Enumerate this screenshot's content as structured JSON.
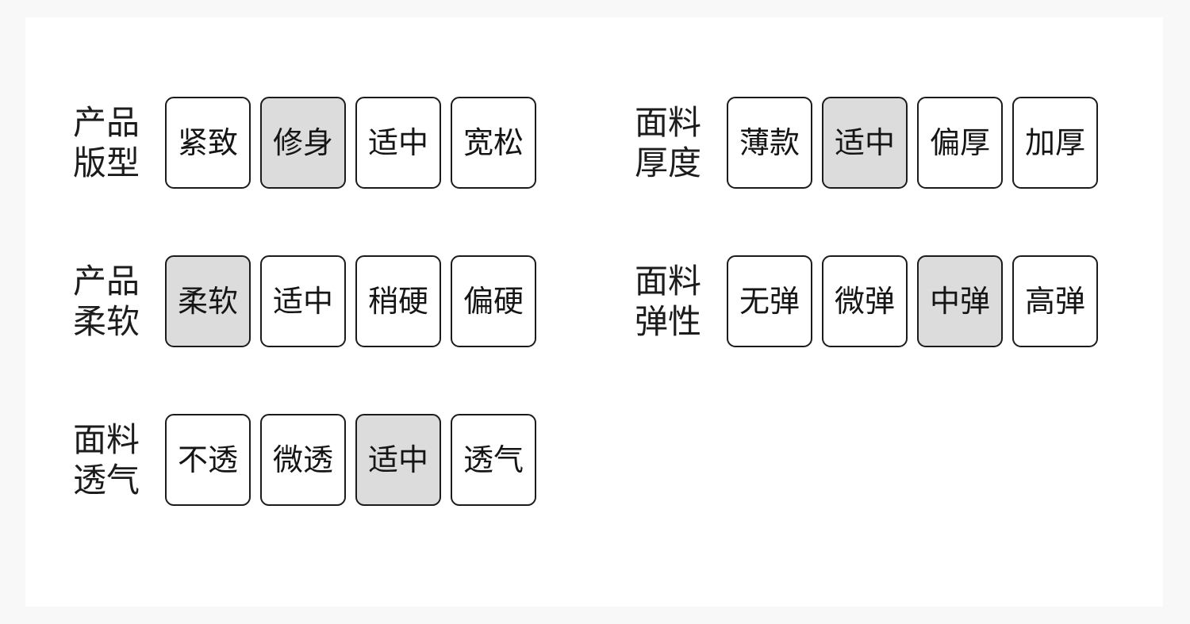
{
  "theme": {
    "page_background": "#f8f8f9",
    "card_background": "#ffffff",
    "chip_border": "#1b1b1b",
    "chip_background": "#ffffff",
    "chip_selected_background": "#dcdcdc",
    "text_color": "#151515"
  },
  "columns": {
    "left": {
      "rows": [
        {
          "label": "产品\n版型",
          "label_line1": "产品",
          "label_line2": "版型",
          "selected_index": 1,
          "options": [
            {
              "label": "紧致",
              "selected": false
            },
            {
              "label": "修身",
              "selected": true
            },
            {
              "label": "适中",
              "selected": false
            },
            {
              "label": "宽松",
              "selected": false
            }
          ]
        },
        {
          "label": "产品\n柔软",
          "label_line1": "产品",
          "label_line2": "柔软",
          "selected_index": 0,
          "options": [
            {
              "label": "柔软",
              "selected": true
            },
            {
              "label": "适中",
              "selected": false
            },
            {
              "label": "稍硬",
              "selected": false
            },
            {
              "label": "偏硬",
              "selected": false
            }
          ]
        },
        {
          "label": "面料\n透气",
          "label_line1": "面料",
          "label_line2": "透气",
          "selected_index": 2,
          "options": [
            {
              "label": "不透",
              "selected": false
            },
            {
              "label": "微透",
              "selected": false
            },
            {
              "label": "适中",
              "selected": true
            },
            {
              "label": "透气",
              "selected": false
            }
          ]
        }
      ]
    },
    "right": {
      "rows": [
        {
          "label": "面料\n厚度",
          "label_line1": "面料",
          "label_line2": "厚度",
          "selected_index": 1,
          "options": [
            {
              "label": "薄款",
              "selected": false
            },
            {
              "label": "适中",
              "selected": true
            },
            {
              "label": "偏厚",
              "selected": false
            },
            {
              "label": "加厚",
              "selected": false
            }
          ]
        },
        {
          "label": "面料\n弹性",
          "label_line1": "面料",
          "label_line2": "弹性",
          "selected_index": 2,
          "options": [
            {
              "label": "无弹",
              "selected": false
            },
            {
              "label": "微弹",
              "selected": false
            },
            {
              "label": "中弹",
              "selected": true
            },
            {
              "label": "高弹",
              "selected": false
            }
          ]
        }
      ]
    }
  }
}
